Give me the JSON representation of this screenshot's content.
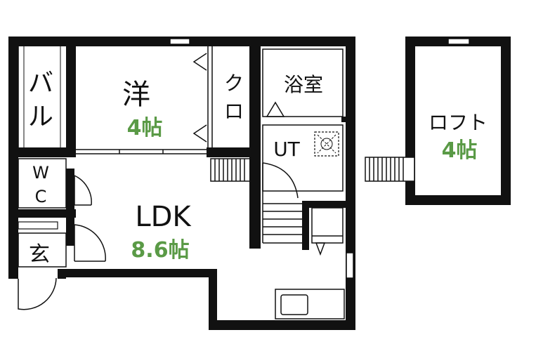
{
  "colors": {
    "wall": "#111111",
    "area_text": "#5a9a46",
    "line": "#222222"
  },
  "rooms": {
    "balcony": {
      "label_1": "バ",
      "label_2": "ル"
    },
    "western": {
      "label": "洋",
      "area": "4帖"
    },
    "closet": {
      "label_1": "ク",
      "label_2": "ロ"
    },
    "bath": {
      "label": "浴室"
    },
    "utility": {
      "label": "UT"
    },
    "wc": {
      "label_1": "W",
      "label_2": "C"
    },
    "entrance": {
      "label": "玄"
    },
    "ldk": {
      "label": "LDK",
      "area": "8.6帖"
    },
    "loft": {
      "label": "ロフト",
      "area": "4帖"
    }
  }
}
